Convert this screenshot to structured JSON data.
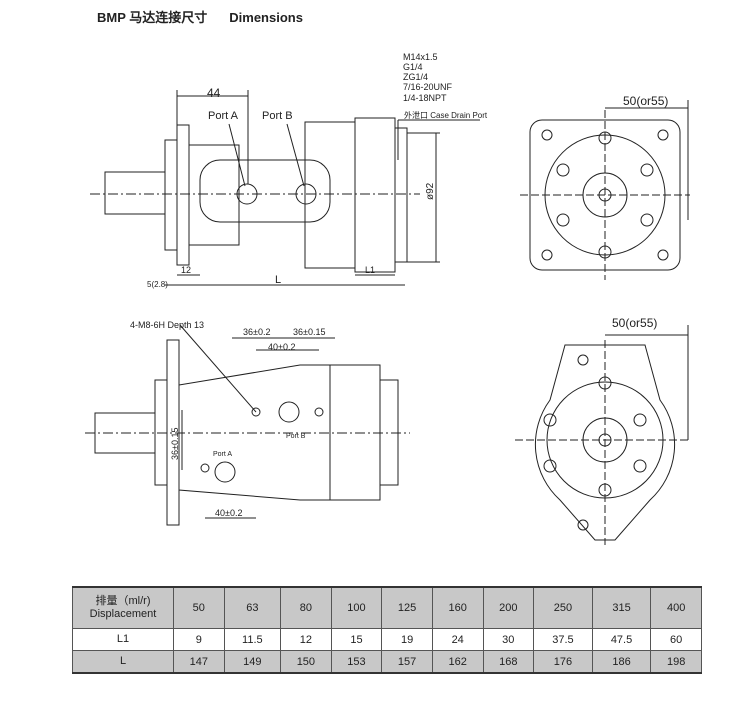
{
  "title": {
    "model": "BMP 马达连接尺寸",
    "en": "Dimensions"
  },
  "drawing": {
    "thread_options": [
      "M14x1.5",
      "G1/4",
      "ZG1/4",
      "7/16-20UNF",
      "1/4-18NPT"
    ],
    "case_drain": "外泄口 Case Drain Port",
    "dim_44": "44",
    "port_a": "Port A",
    "port_b": "Port B",
    "dia92": "ø92",
    "dim_12": "12",
    "dim_L": "L",
    "dim_L1": "L1",
    "dim_5": "5(2.8)",
    "dim_50a": "50(or55)",
    "dim_50b": "50(or55)",
    "mount_holes": "4-M8-6H Depth 13",
    "dim_36_02": "36±0.2",
    "dim_36_015": "36±0.15",
    "dim_40_top": "40±0.2",
    "dim_36_015_v": "36±0.15",
    "dim_40_bottom": "40±0.2",
    "port_a_small": "Port A",
    "port_b_small": "Port B"
  },
  "table": {
    "header_label": [
      "排量（ml/r)",
      "Displacement"
    ],
    "displacement": [
      "50",
      "63",
      "80",
      "100",
      "125",
      "160",
      "200",
      "250",
      "315",
      "400"
    ],
    "L1_label": "L1",
    "L1": [
      "9",
      "11.5",
      "12",
      "15",
      "19",
      "24",
      "30",
      "37.5",
      "47.5",
      "60"
    ],
    "L_label": "L",
    "L": [
      "147",
      "149",
      "150",
      "153",
      "157",
      "162",
      "168",
      "176",
      "186",
      "198"
    ]
  }
}
